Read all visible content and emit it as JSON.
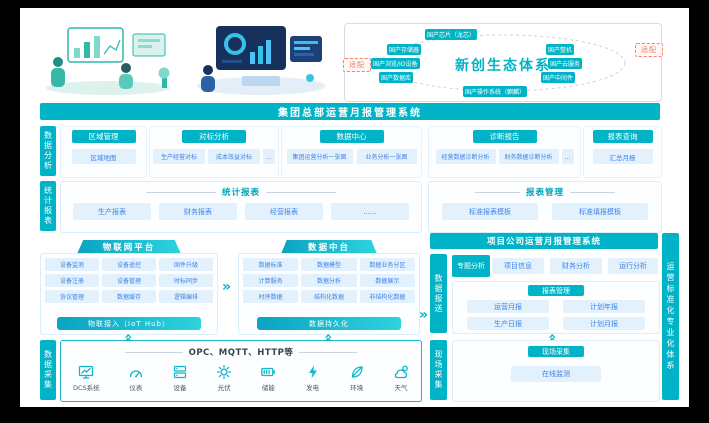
{
  "ecosystem": {
    "title": "新创生态体系",
    "adapt_left": "适配",
    "adapt_right": "适配",
    "nodes": {
      "chip": "国产芯片（龙芯）",
      "storage": "国产存储器",
      "machine": "国产整机",
      "browser_io": "国产浏览/IO设备",
      "cloud": "国产云服务",
      "database": "国产数据库",
      "middleware": "国产中间件",
      "os": "国产操作系统（麒麟）"
    }
  },
  "banners": {
    "group_hq": "集团总部运营月报管理系统",
    "project_company": "项目公司运营月报管理系统"
  },
  "side_labels": {
    "data_analysis": "数据分析",
    "stat_reports": "统计报表",
    "data_collection": "数据采集",
    "data_submission": "数据报送",
    "site_collection": "现场采集",
    "ops_system": "运营标准化专业化体系"
  },
  "analysis_groups": [
    {
      "title": "区域管理",
      "items": [
        "区域地图"
      ]
    },
    {
      "title": "对标分析",
      "items": [
        "生产经营对标",
        "成本效益对标",
        "..."
      ]
    },
    {
      "title": "数据中心",
      "items": [
        "集团运营分析一张图",
        "业务分析一张图"
      ]
    },
    {
      "title": "诊断报告",
      "items": [
        "经营数据诊断分析",
        "财务数据诊断分析",
        "..."
      ]
    },
    {
      "title": "报表查询",
      "items": [
        "汇总月报"
      ]
    }
  ],
  "stat_section": {
    "title": "统计报表",
    "items": [
      "生产报表",
      "财务报表",
      "经营报表",
      "......"
    ]
  },
  "report_template_section": {
    "title": "报表管理",
    "items": [
      "标准报表模板",
      "标准填报模板"
    ]
  },
  "iot_platform": {
    "title": "物联网平台",
    "items": [
      "设备监测",
      "设备遥控",
      "固件升级",
      "设备注册",
      "设备管理",
      "时标同步",
      "协议管理",
      "数据缓存",
      "逻辑编排"
    ],
    "footer": "物联接入（IoT Hub）"
  },
  "data_platform": {
    "title": "数据中台",
    "items": [
      "数据标准",
      "数据模型",
      "数据业务分区",
      "计算服务",
      "数据分析",
      "数据展示",
      "时序数据",
      "结构化数据",
      "非结构化数据"
    ],
    "footer": "数据持久化"
  },
  "project_section": {
    "theme_label": "专题分析",
    "theme_items": [
      "项目信息",
      "财务分析",
      "运行分析"
    ],
    "report_mgmt": {
      "title": "报表管理",
      "items": [
        "运营月报",
        "计划年报",
        "生产日报",
        "计划月报"
      ]
    },
    "site_collect": {
      "title": "现场采集",
      "items": [
        "在线监测"
      ]
    }
  },
  "protocol_box": {
    "title": "OPC、MQTT、HTTP等",
    "items": [
      {
        "icon": "dcs-icon",
        "label": "DCS系统"
      },
      {
        "icon": "meter-icon",
        "label": "仪表"
      },
      {
        "icon": "device-icon",
        "label": "设备"
      },
      {
        "icon": "solar-icon",
        "label": "光伏"
      },
      {
        "icon": "battery-icon",
        "label": "储能"
      },
      {
        "icon": "power-icon",
        "label": "发电"
      },
      {
        "icon": "env-icon",
        "label": "环境"
      },
      {
        "icon": "weather-icon",
        "label": "天气"
      }
    ]
  },
  "glyphs": {
    "chevron_right": "»"
  }
}
